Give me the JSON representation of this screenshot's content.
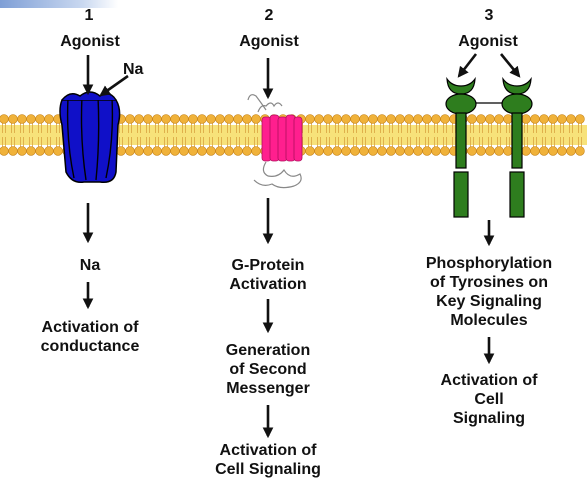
{
  "columns": [
    {
      "number": "1",
      "agonist": "Agonist",
      "ion_label": "Na",
      "steps": [
        "Na",
        "Activation of\nconductance"
      ],
      "receptor_icon": "ion-channel-icon",
      "receptor_color": "#1010c8"
    },
    {
      "number": "2",
      "agonist": "Agonist",
      "steps": [
        "G-Protein\nActivation",
        "Generation\nof Second\nMessenger",
        "Activation of\nCell Signaling"
      ],
      "receptor_icon": "gpcr-icon",
      "receptor_color": "#ff1f8e"
    },
    {
      "number": "3",
      "agonist": "Agonist",
      "steps": [
        "Phosphorylation\nof Tyrosines on\nKey Signaling\nMolecules",
        "Activation of\nCell\nSignaling"
      ],
      "receptor_icon": "tyrosine-kinase-receptor-icon",
      "receptor_color": "#2e7d1e"
    }
  ],
  "colors": {
    "membrane_head": "#f0b23a",
    "membrane_tail": "#f7e27a",
    "arrow": "#111111"
  }
}
